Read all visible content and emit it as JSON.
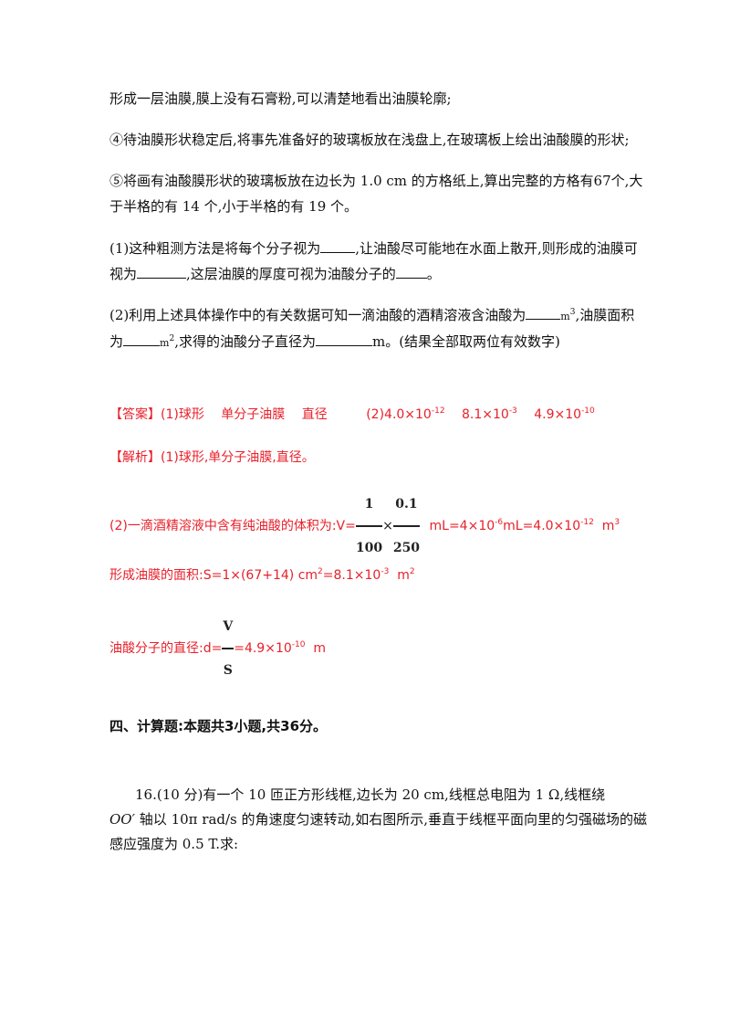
{
  "p1": "形成一层油膜,膜上没有石膏粉,可以清楚地看出油膜轮廓;",
  "p2": "④待油膜形状稳定后,将事先准备好的玻璃板放在浅盘上,在玻璃板上绘出油酸膜的形状;",
  "p3a": "⑤将画有油酸膜形状的玻璃板放在边长为 1.0 cm 的方格纸上,算出完整的方格有67个,大",
  "p3b": "于半格的有 14 个,小于半格的有 19 个。",
  "q1a_1": "(1)这种粗测方法是将每个分子视为",
  "q1a_2": ",让油酸尽可能地在水面上散开,则形成的油膜可",
  "q1b_1": "视为",
  "q1b_2": ",这层油膜的厚度可视为油酸分子的",
  "q1b_3": "。",
  "q2a_1": "(2)利用上述具体操作中的有关数据可知一滴油酸的酒精溶液含油酸为",
  "q2a_unit": "m",
  "q2a_sup": "3",
  "q2a_2": ",油膜面积",
  "q2b_1": "为",
  "q2b_unit": "m",
  "q2b_sup": "2",
  "q2b_2": ",求得的油酸分子直径为",
  "q2b_3": "m。(结果全部取两位有效数字)",
  "answer": {
    "tag": "【答案】",
    "a1": "(1)球形",
    "a2": "单分子油膜",
    "a3": "直径",
    "b_pre": "(2)4.0×10",
    "b_sup": "-12",
    "c_pre": "8.1×10",
    "c_sup": "-3",
    "d_pre": "4.9×10",
    "d_sup": "-10"
  },
  "analysis": {
    "tag": "【解析】",
    "l1": "(1)球形,单分子油膜,直径。",
    "l2_pre": "(2)一滴酒精溶液中含有纯油酸的体积为:V=",
    "f1_num": "1",
    "f1_den": "100",
    "times": "×",
    "f2_num": "0.1",
    "f2_den": "250",
    "l2_a": "mL=4×10",
    "l2_a_sup": "-6",
    "l2_b": "mL=4.0×10",
    "l2_b_sup": "-12",
    "l2_c": "m",
    "l2_c_sup": "3",
    "l3_pre": "形成油膜的面积:S=1×(67+14)  cm",
    "l3_sup1": "2",
    "l3_mid": "=8.1×10",
    "l3_sup2": "-3",
    "l3_end": "m",
    "l3_sup3": "2",
    "l4_pre": "油酸分子的直径:d=",
    "f3_num": "V",
    "f3_den": "S",
    "l4_val": "=4.9×10",
    "l4_sup": "-10",
    "l4_end": "m"
  },
  "section4": "四、计算题:本题共3小题,共36分。",
  "q16a_1": "16.(10 分)有一个 10 匝正方形线框,边长为 20 cm,线框总电阻为 1 Ω,线框绕",
  "q16b_axis": "OO′",
  "q16b_1": "轴以 10π rad/s 的角速度匀速转动,如右图所示,垂直于线框平面向里的匀强磁场的磁",
  "q16c": "感应强度为 0.5 T.求:"
}
